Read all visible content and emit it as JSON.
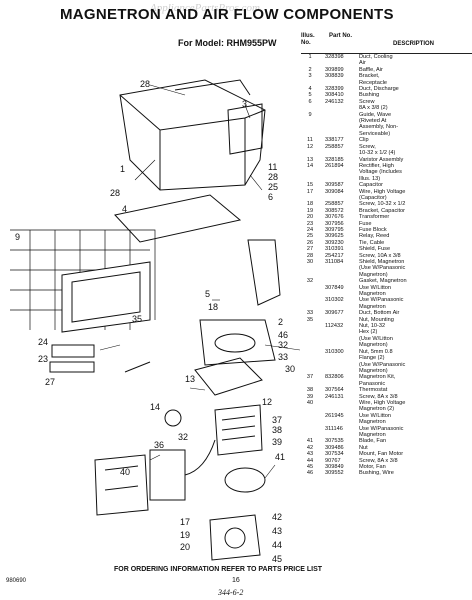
{
  "header": {
    "title": "MAGNETRON AND AIR FLOW COMPONENTS",
    "subtitle": "For Model: RHM955PW",
    "watermark": "AppliancePartsPros.com"
  },
  "table": {
    "col_illus": "Illus. No.",
    "col_part": "Part No.",
    "col_desc": "DESCRIPTION",
    "rows": [
      {
        "no": "1",
        "part": "328398",
        "desc": "Duct, Cooling\nAir"
      },
      {
        "no": "2",
        "part": "309899",
        "desc": "Baffle, Air"
      },
      {
        "no": "3",
        "part": "308839",
        "desc": "Bracket,\nReceptacle"
      },
      {
        "no": "4",
        "part": "328399",
        "desc": "Duct, Discharge"
      },
      {
        "no": "5",
        "part": "308410",
        "desc": "Bushing"
      },
      {
        "no": "6",
        "part": "246132",
        "desc": "Screw\n8A x 3/8 (2)"
      },
      {
        "no": "9",
        "part": "",
        "desc": "Guide, Wave\n(Riveted At\nAssembly, Non-\nServiceable)"
      },
      {
        "no": "11",
        "part": "338177",
        "desc": "Clip"
      },
      {
        "no": "12",
        "part": "258857",
        "desc": "Screw,\n10-32 x 1/2 (4)"
      },
      {
        "no": "13",
        "part": "328185",
        "desc": "Varistor Assembly"
      },
      {
        "no": "14",
        "part": "261894",
        "desc": "Rectifier, High\nVoltage (Includes\nIllus. 13)"
      },
      {
        "no": "15",
        "part": "309587",
        "desc": "Capacitor"
      },
      {
        "no": "17",
        "part": "309084",
        "desc": "Wire, High Voltage\n(Capacitor)"
      },
      {
        "no": "18",
        "part": "258857",
        "desc": "Screw, 10-32 x 1/2"
      },
      {
        "no": "19",
        "part": "308572",
        "desc": "Bracket, Capacitor"
      },
      {
        "no": "20",
        "part": "307676",
        "desc": "Transformer"
      },
      {
        "no": "23",
        "part": "307956",
        "desc": "Fuse"
      },
      {
        "no": "24",
        "part": "309795",
        "desc": "Fuse Block"
      },
      {
        "no": "25",
        "part": "309625",
        "desc": "Relay, Reed"
      },
      {
        "no": "26",
        "part": "309230",
        "desc": "Tie, Cable"
      },
      {
        "no": "27",
        "part": "310391",
        "desc": "Shield, Fuse"
      },
      {
        "no": "28",
        "part": "254217",
        "desc": "Screw, 10A x 3/8"
      },
      {
        "no": "30",
        "part": "311084",
        "desc": "Shield, Magnetron\n(Use W/Panasonic\nMagnetron)"
      },
      {
        "no": "32",
        "part": "",
        "desc": "Gasket, Magnetron"
      },
      {
        "no": "",
        "part": "307849",
        "desc": "Use W/Litton\nMagnetron"
      },
      {
        "no": "",
        "part": "310302",
        "desc": "Use W/Panasonic\nMagnetron"
      },
      {
        "no": "33",
        "part": "309677",
        "desc": "Duct, Bottom Air"
      },
      {
        "no": "35",
        "part": "",
        "desc": "Nut, Mounting"
      },
      {
        "no": "",
        "part": "112432",
        "desc": "Nut, 10-32\nHex (2)\n(Use W/Litton\nMagnetron)"
      },
      {
        "no": "",
        "part": "310300",
        "desc": "Nut, 5mm 0.8\nFlange (2)\n(Use W/Panasonic\nMagnetron)"
      },
      {
        "no": "37",
        "part": "832806",
        "desc": "Magnetron Kit,\nPanasonic"
      },
      {
        "no": "38",
        "part": "307564",
        "desc": "Thermostat"
      },
      {
        "no": "39",
        "part": "246131",
        "desc": "Screw, 8A x 3/8"
      },
      {
        "no": "40",
        "part": "",
        "desc": "Wire, High Voltage\nMagnetron (2)"
      },
      {
        "no": "",
        "part": "261945",
        "desc": "Use W/Litton\nMagnetron"
      },
      {
        "no": "",
        "part": "311146",
        "desc": "Use W/Panasonic\nMagnetron"
      },
      {
        "no": "41",
        "part": "307535",
        "desc": "Blade, Fan"
      },
      {
        "no": "42",
        "part": "309486",
        "desc": "Nut"
      },
      {
        "no": "43",
        "part": "307534",
        "desc": "Mount, Fan Motor"
      },
      {
        "no": "44",
        "part": "90767",
        "desc": "Screw, 8A x 3/8"
      },
      {
        "no": "45",
        "part": "309849",
        "desc": "Motor, Fan"
      },
      {
        "no": "46",
        "part": "309552",
        "desc": "Bushing, Wire"
      }
    ]
  },
  "callouts": [
    "28",
    "3",
    "1",
    "28",
    "4",
    "11",
    "28",
    "25",
    "6",
    "9",
    "5",
    "18",
    "35",
    "2",
    "46",
    "32",
    "33",
    "30",
    "24",
    "23",
    "27",
    "13",
    "14",
    "32",
    "12",
    "37",
    "38",
    "39",
    "36",
    "40",
    "41",
    "17",
    "19",
    "20",
    "42",
    "43",
    "44",
    "45"
  ],
  "footer": {
    "note": "FOR ORDERING INFORMATION REFER TO PARTS PRICE LIST",
    "code": "980690",
    "page": "16",
    "handwritten": "344-6-2"
  }
}
